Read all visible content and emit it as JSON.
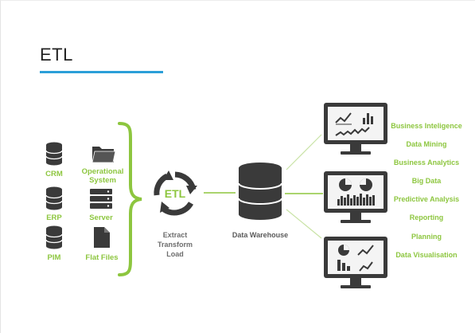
{
  "slide": {
    "title": "ETL",
    "accent_color": "#2b9fd8",
    "green": "#8dc63f",
    "dark": "#3a3a3a"
  },
  "sources": [
    {
      "label": "CRM",
      "icon": "database-icon"
    },
    {
      "label": "ERP",
      "icon": "database-icon"
    },
    {
      "label": "PIM",
      "icon": "database-icon"
    },
    {
      "label": "Operational System",
      "icon": "folder-icon"
    },
    {
      "label": "Server",
      "icon": "server-icon"
    },
    {
      "label": "Flat Files",
      "icon": "file-icon"
    }
  ],
  "etl": {
    "badge": "ETL",
    "step1": "Extract",
    "step2": "Transform",
    "step3": "Load"
  },
  "warehouse": {
    "label": "Data Warehouse",
    "icon": "database-icon"
  },
  "outputs": [
    "Business Inteligence",
    "Data Mining",
    "Business Analytics",
    "Big Data",
    "Predictive Analysis",
    "Reporting",
    "Planning",
    "Data Visualisation"
  ]
}
